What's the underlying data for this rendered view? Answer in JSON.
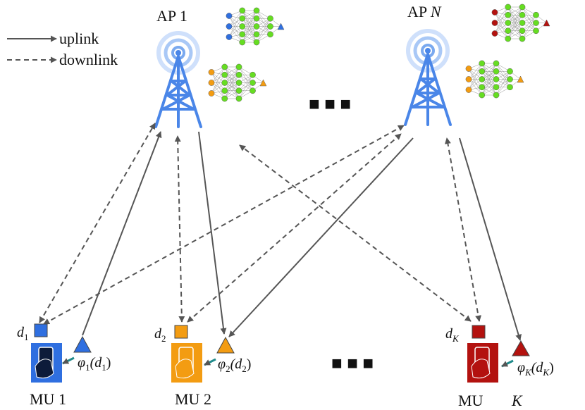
{
  "legend": {
    "uplink_label": "uplink",
    "downlink_label": "downlink"
  },
  "access_points": [
    {
      "label_prefix": "AP ",
      "label_index": "1"
    },
    {
      "label_prefix": "AP ",
      "label_index": "N"
    }
  ],
  "ellipsis": "■ ■ ■",
  "mobile_units": [
    {
      "name_prefix": "MU ",
      "name_index": "1",
      "data_label": "d",
      "data_sub": "1",
      "model_label": "φ",
      "model_sub": "1",
      "model_arg": "(d",
      "model_arg_sub": "1",
      "model_close": ")",
      "color": "#2f6fe0"
    },
    {
      "name_prefix": "MU ",
      "name_index": "2",
      "data_label": "d",
      "data_sub": "2",
      "model_label": "φ",
      "model_sub": "2",
      "model_arg": "(d",
      "model_arg_sub": "2",
      "model_close": ")",
      "color": "#f39c12"
    },
    {
      "name_prefix": "MU",
      "name_index": "K",
      "data_label": "d",
      "data_sub": "K",
      "model_label": "φ",
      "model_sub": "K",
      "model_arg": "(d",
      "model_arg_sub": "K",
      "model_close": ")",
      "color": "#b3120f"
    }
  ],
  "colors": {
    "tower": "#4a86e8",
    "arrow": "#555555",
    "node_green": "#66dd22",
    "mu1": "#2f6fe0",
    "mu2": "#f39c12",
    "muK": "#b3120f"
  }
}
